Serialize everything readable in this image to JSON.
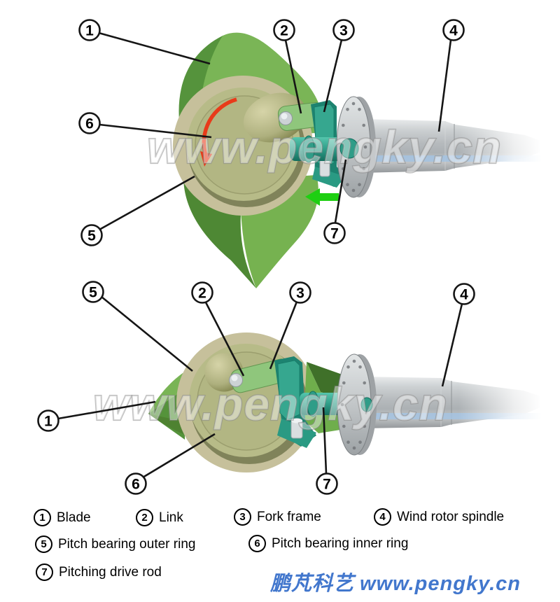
{
  "watermark": "www.pengky.cn",
  "legend": {
    "items": [
      {
        "num": "1",
        "label": "Blade"
      },
      {
        "num": "2",
        "label": "Link"
      },
      {
        "num": "3",
        "label": "Fork frame"
      },
      {
        "num": "4",
        "label": "Wind rotor spindle"
      },
      {
        "num": "5",
        "label": "Pitch bearing outer ring"
      },
      {
        "num": "6",
        "label": "Pitch bearing inner ring"
      },
      {
        "num": "7",
        "label": "Pitching drive rod"
      }
    ]
  },
  "footer": {
    "brand": "鹏芃科艺",
    "site": "www.pengky.cn"
  },
  "colors": {
    "footer_blue": "#4277cd",
    "arrow_green": "#1ecf12",
    "rotation_arrow_red": "#e83b1a",
    "blade_green": "#79b455",
    "blade_dark_green": "#4e8834",
    "outer_ring_tan": "#c6c09b",
    "inner_ring_olive": "#b7bb88",
    "mechanism_teal": "#2f9d88",
    "link_light_green": "#8fc67c",
    "spindle_gray": "#b9bdc0"
  }
}
